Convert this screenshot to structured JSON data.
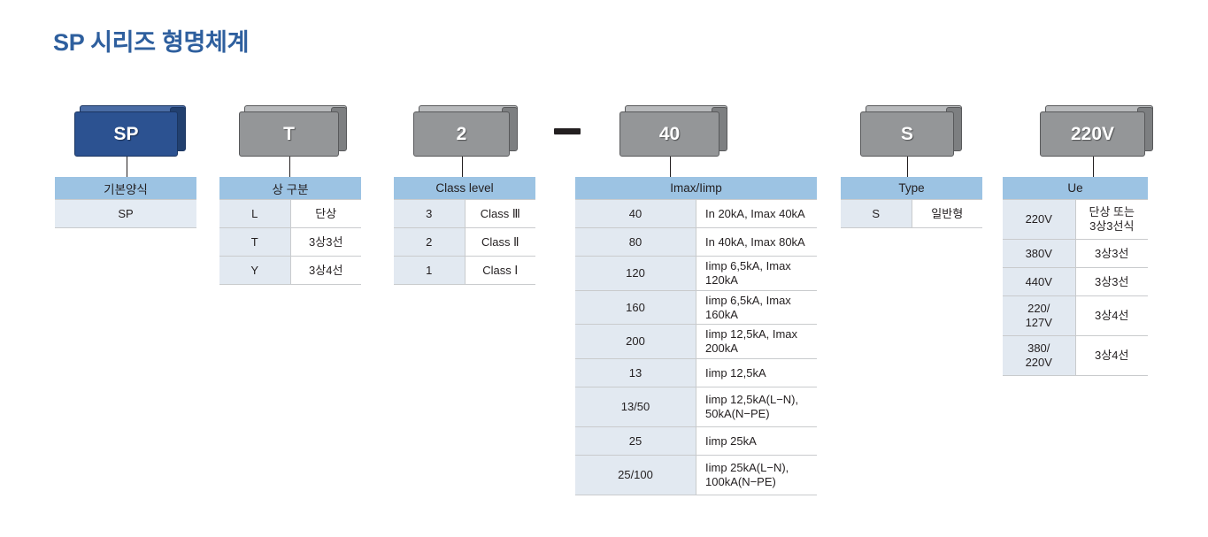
{
  "page": {
    "title": "SP 시리즈 형명체계",
    "title_color": "#2e5f9e",
    "dash_separator": "—"
  },
  "groups": [
    {
      "id": "base-form",
      "code": "SP",
      "box_color": "#2c5291",
      "header": "기본양식",
      "single_column": true,
      "rows": [
        {
          "key": "SP",
          "value": ""
        }
      ]
    },
    {
      "id": "phase",
      "code": "T",
      "box_color": "#949698",
      "header": "상 구분",
      "single_column": false,
      "rows": [
        {
          "key": "L",
          "value": "단상"
        },
        {
          "key": "T",
          "value": "3상3선"
        },
        {
          "key": "Y",
          "value": "3상4선"
        }
      ]
    },
    {
      "id": "class-level",
      "code": "2",
      "box_color": "#949698",
      "header": "Class level",
      "single_column": false,
      "rows": [
        {
          "key": "3",
          "value": "Class Ⅲ"
        },
        {
          "key": "2",
          "value": "Class Ⅱ"
        },
        {
          "key": "1",
          "value": "Class Ⅰ"
        }
      ]
    },
    {
      "id": "imax-iimp",
      "code": "40",
      "box_color": "#949698",
      "header": "Imax/Iimp",
      "single_column": false,
      "rows": [
        {
          "key": "40",
          "value": "In 20kA, Imax 40kA"
        },
        {
          "key": "80",
          "value": "In 40kA, Imax 80kA"
        },
        {
          "key": "120",
          "value": "Iimp 6,5kA, Imax 120kA"
        },
        {
          "key": "160",
          "value": "Iimp 6,5kA, Imax 160kA"
        },
        {
          "key": "200",
          "value": "Iimp 12,5kA, Imax 200kA"
        },
        {
          "key": "13",
          "value": "Iimp 12,5kA"
        },
        {
          "key": "13/50",
          "value": "Iimp 12,5kA(L−N),\n50kA(N−PE)"
        },
        {
          "key": "25",
          "value": "Iimp 25kA"
        },
        {
          "key": "25/100",
          "value": "Iimp 25kA(L−N),\n100kA(N−PE)"
        }
      ]
    },
    {
      "id": "type",
      "code": "S",
      "box_color": "#949698",
      "header": "Type",
      "single_column": false,
      "rows": [
        {
          "key": "S",
          "value": "일반형"
        }
      ]
    },
    {
      "id": "ue",
      "code": "220V",
      "box_color": "#949698",
      "header": "Ue",
      "single_column": false,
      "rows": [
        {
          "key": "220V",
          "value": "단상 또는\n3상3선식"
        },
        {
          "key": "380V",
          "value": "3상3선"
        },
        {
          "key": "440V",
          "value": "3상3선"
        },
        {
          "key": "220/\n127V",
          "value": "3상4선"
        },
        {
          "key": "380/\n220V",
          "value": "3상4선"
        }
      ]
    }
  ]
}
